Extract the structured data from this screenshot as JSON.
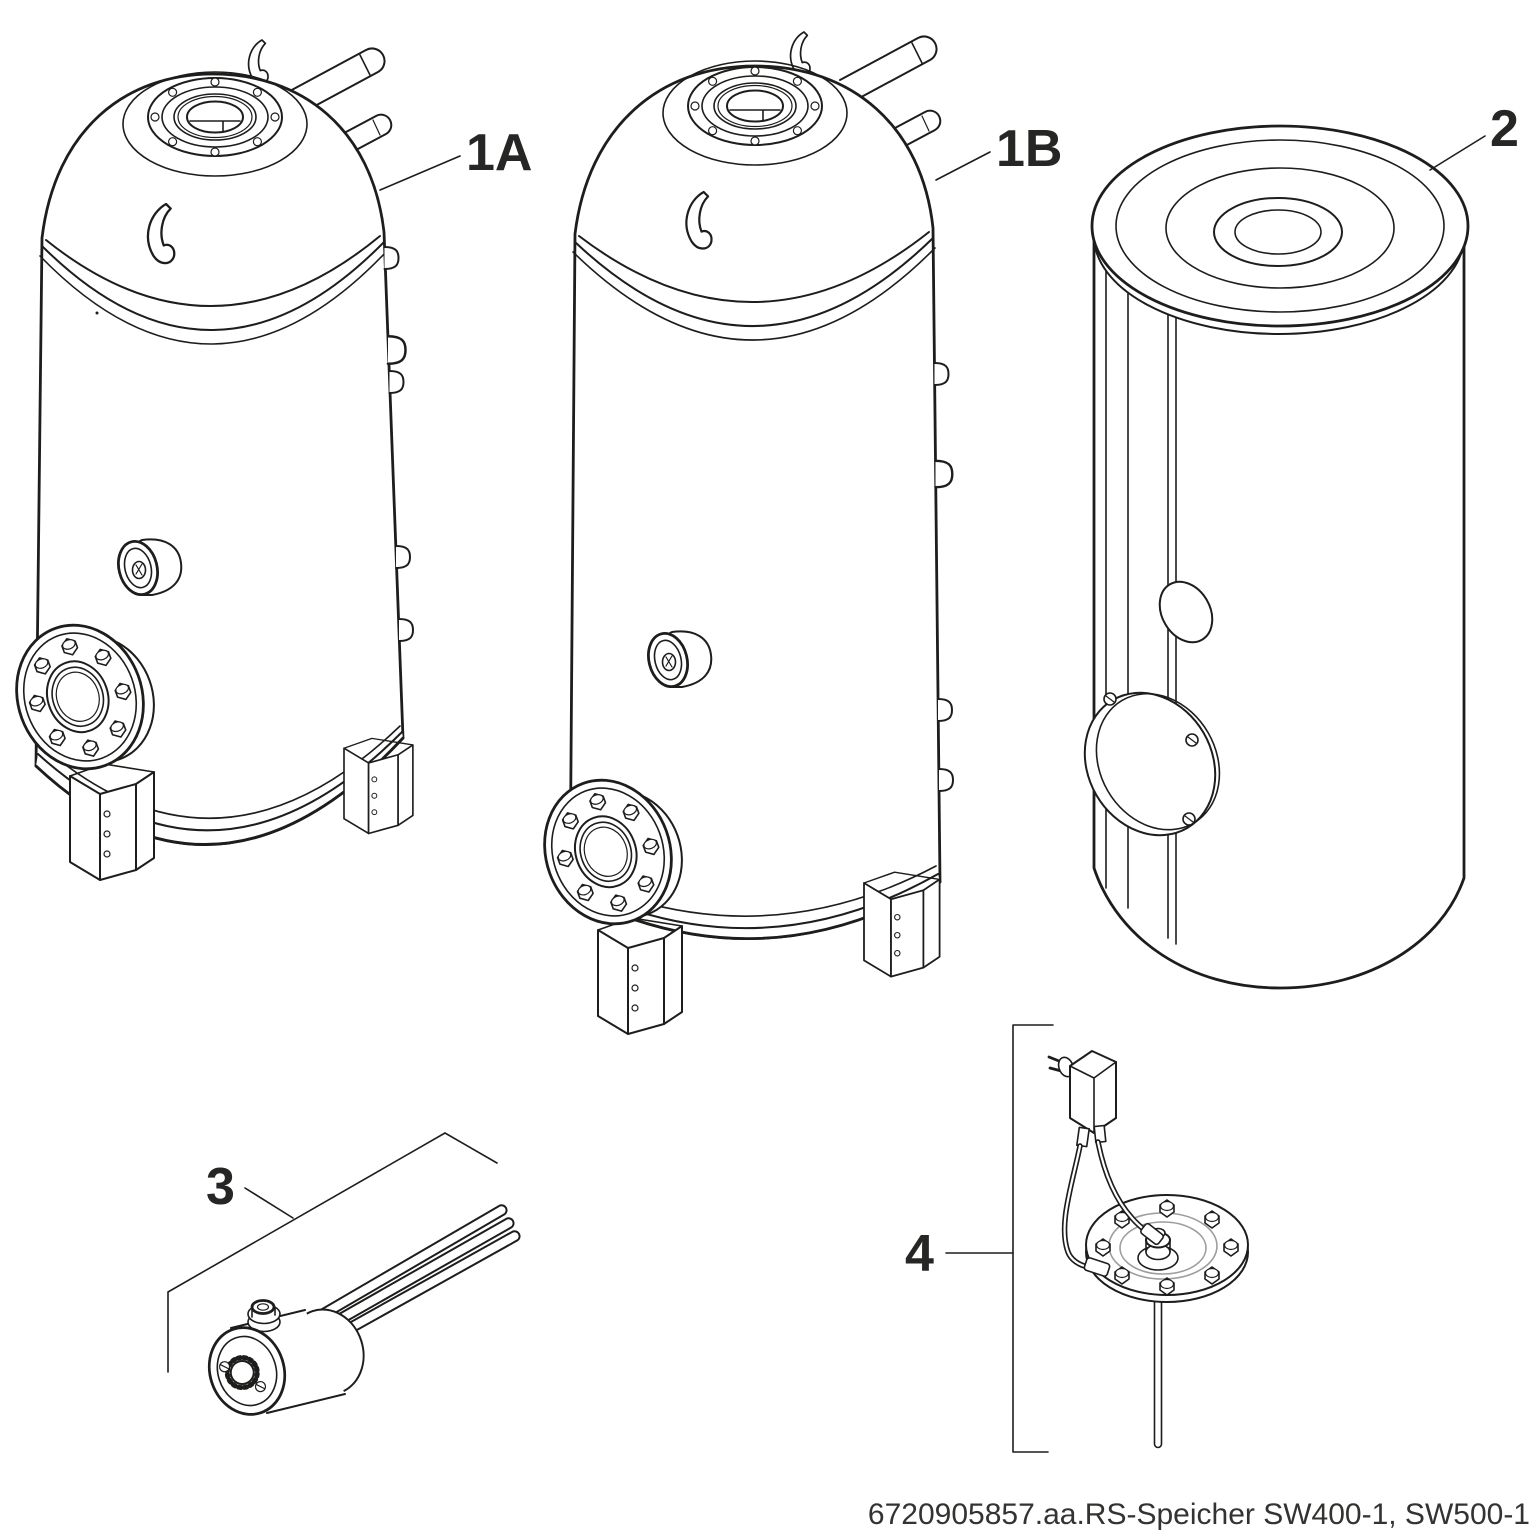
{
  "colors": {
    "ink": "#1d1d1b",
    "label": "#262625",
    "caption": "#333331",
    "muted": "#9d9d9c",
    "background": "#ffffff"
  },
  "figure": {
    "caption": "6720905857.aa.RS-Speicher SW400-1, SW500-1",
    "callouts": [
      {
        "label": "1A"
      },
      {
        "label": "1B"
      },
      {
        "label": "2"
      },
      {
        "label": "3"
      },
      {
        "label": "4"
      }
    ]
  }
}
